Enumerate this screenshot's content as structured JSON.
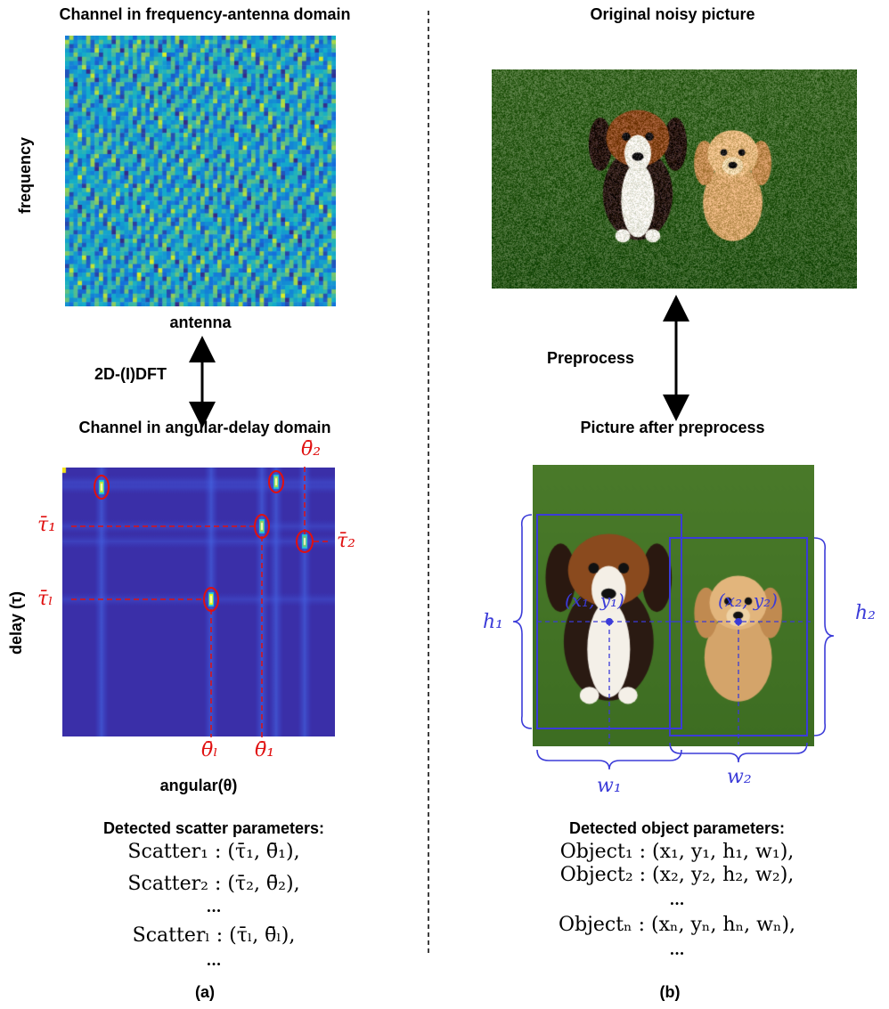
{
  "left_panel": {
    "title_top": "Channel in frequency-antenna domain",
    "ylabel_top": "frequency",
    "xlabel_top": "antenna",
    "transform_label": "2D-(I)DFT",
    "title_bottom": "Channel in angular-delay domain",
    "ylabel_bottom": "delay (τ)",
    "xlabel_bottom": "angular(θ)",
    "marks": {
      "theta2": "θ̄₂",
      "tau1": "τ̄₁",
      "tau2": "τ̄₂",
      "taul": "τ̄ₗ",
      "thetal": "θ̄ₗ",
      "theta1": "θ̄₁"
    },
    "params_title": "Detected scatter parameters:",
    "params": [
      "Scatter₁ : (τ̄₁, θ̄₁),",
      "Scatter₂ : (τ̄₂, θ̄₂),",
      "...",
      "Scatterₗ : (τ̄ₗ, θ̄ₗ),",
      "..."
    ],
    "caption": "(a)"
  },
  "right_panel": {
    "title_top": "Original noisy picture",
    "transform_label": "Preprocess",
    "title_bottom": "Picture after preprocess",
    "labels": {
      "p1": "(x₁, y₁)",
      "p2": "(x₂, y₂)",
      "h1": "h₁",
      "h2": "h₂",
      "w1": "w₁",
      "w2": "w₂"
    },
    "params_title": "Detected object parameters:",
    "params": [
      "Object₁ : (x₁, y₁, h₁, w₁),",
      "Object₂ : (x₂, y₂, h₂, w₂),",
      "...",
      "Objectₙ : (xₙ, yₙ, hₙ, wₙ),",
      "..."
    ],
    "caption": "(b)"
  },
  "colors": {
    "red": "#e01010",
    "blue": "#3b3bd8",
    "heat_low": "#3a2f9e",
    "heat_high": "#f5e31a"
  }
}
